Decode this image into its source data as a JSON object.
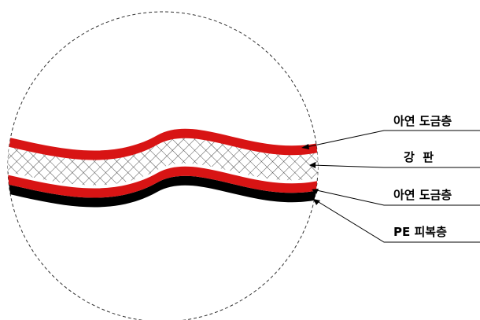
{
  "labels": {
    "zinc_top": "아연 도금층",
    "steel": "강  판",
    "zinc_bottom": "아연 도금층",
    "pe": "PE 피복층"
  },
  "colors": {
    "zinc": "#d81414",
    "pe": "#000000",
    "steel_hatch": "#222222",
    "circle": "#333333",
    "background": "#ffffff"
  }
}
